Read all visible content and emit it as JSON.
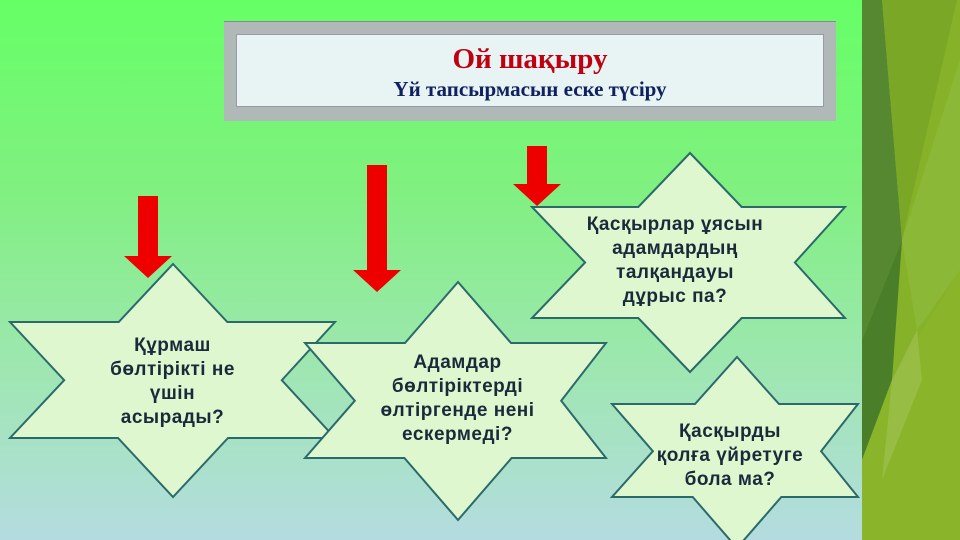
{
  "header": {
    "title": "Ой шақыру",
    "subtitle": "Үй тапсырмасын еске түсіру"
  },
  "stars": [
    {
      "lines": [
        "Құрмаш",
        "бөлтірікті не",
        "үшін",
        "асырады?"
      ]
    },
    {
      "lines": [
        "Адамдар",
        "бөлтіріктерді",
        "өлтіргенде нені",
        "ескермеді?"
      ]
    },
    {
      "lines": [
        "Қасқырлар ұясын",
        "адамдардың",
        "талқандауы",
        "дұрыс па?"
      ]
    },
    {
      "lines": [
        "Қасқырды",
        "қолға үйретуге",
        "бола ма?"
      ]
    }
  ],
  "colors": {
    "title": "#c00010",
    "subtitle": "#102060",
    "star_fill": "#dff7cf",
    "star_stroke": "#2a6a6a",
    "arrow": "#ee0000"
  }
}
